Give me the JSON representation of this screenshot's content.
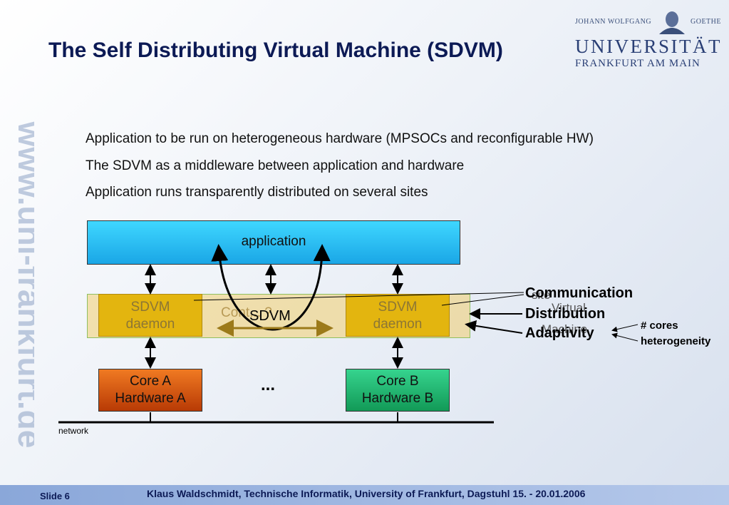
{
  "title": "The Self Distributing Virtual Machine (SDVM)",
  "logo": {
    "top_left": "JOHANN WOLFGANG",
    "top_right": "GOETHE",
    "name": "UNIVERSITÄT",
    "city": "FRANKFURT AM MAIN"
  },
  "watermark": "www.uni-frankfurt.de",
  "bullets": [
    "Application to be run on heterogeneous hardware (MPSOCs and reconfigurable HW)",
    "The SDVM as a middleware between application and hardware",
    "Application runs transparently distributed on several sites"
  ],
  "diagram": {
    "application": "application",
    "daemon_line1": "SDVM",
    "daemon_line2": "daemon",
    "center_faded": "Cont... ?",
    "sdvm": "SDVM",
    "core_a_line1": "Core A",
    "core_a_line2": "Hardware A",
    "core_b_line1": "Core B",
    "core_b_line2": "Hardware B",
    "dots": "...",
    "network": "network"
  },
  "side": {
    "communication": "Communication",
    "site": "site",
    "virtual": "Virtual",
    "distribution": "Distribution",
    "machine": "Machine",
    "adaptivity": "Adaptivity",
    "cores": "# cores",
    "heterogeneity": "heterogeneity"
  },
  "footer": {
    "slide": "Slide 6",
    "text": "Klaus Waldschmidt, Technische Informatik, University of Frankfurt, Dagstuhl 15. - 20.01.2006"
  },
  "colors": {
    "title": "#0c1a55",
    "application": "#1aa6e6",
    "daemon": "#e3b50f",
    "core_a": "#d45512",
    "core_b": "#22b86f",
    "footer": "#8aa7d9"
  }
}
